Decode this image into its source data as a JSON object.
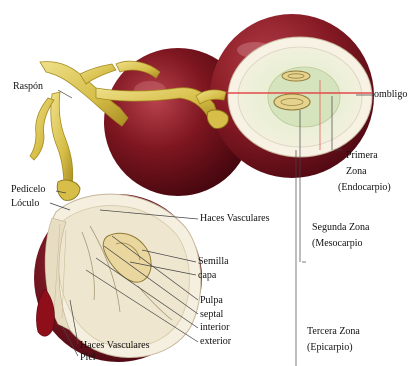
{
  "labels": {
    "raspon": "Raspón",
    "ombligo": "ombligo",
    "primera_zona_1": "Primera",
    "primera_zona_2": "Zona",
    "primera_zona_3": "(Endocarpio)",
    "pedicelo": "Pedicelo",
    "loculo": "Lóculo",
    "haces_vasculares_top": "Haces Vasculares",
    "segunda_zona_1": "Segunda Zona",
    "segunda_zona_2": "(Mesocarpio",
    "semilla": "Semilla",
    "capa": "capa",
    "pulpa": "Pulpa",
    "septal": "septal",
    "interior": "interior",
    "exterior": "exterior",
    "haces_vasculares_bottom": "Haces Vasculares",
    "piel": "Piel",
    "tercera_zona_1": "Tercera Zona",
    "tercera_zona_2": "(Epicarpio)"
  },
  "colors": {
    "grape_dark": "#5a0a14",
    "grape_mid": "#8e1a24",
    "grape_light": "#b03a44",
    "stem": "#d8c24e",
    "stem_dark": "#a58a1e",
    "flesh": "#f3ecd6",
    "flesh_green": "#dfe8c8",
    "seed": "#e8d79a",
    "line": "#444444",
    "red_line": "#e24a4a"
  }
}
